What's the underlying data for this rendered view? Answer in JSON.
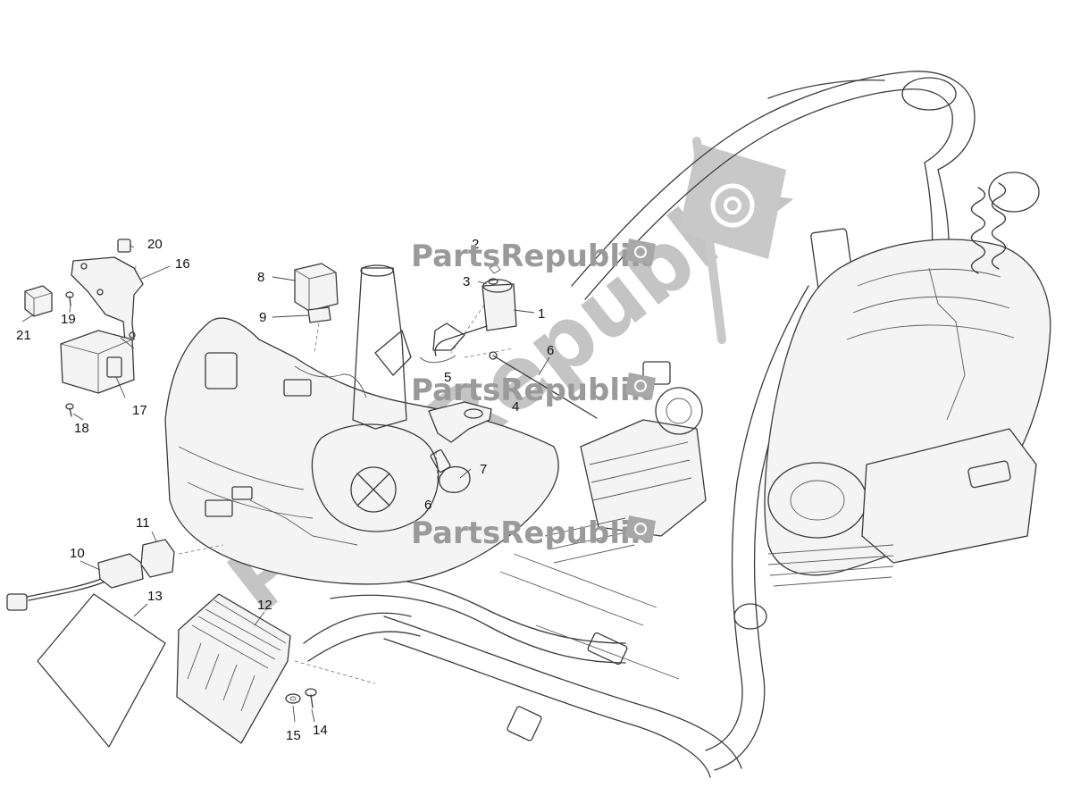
{
  "watermark": {
    "brand": "PartsRepublik",
    "logo_icon": "gear-flag-icon"
  },
  "callouts": [
    "1",
    "2",
    "3",
    "4",
    "5",
    "6",
    "6",
    "7",
    "8",
    "9",
    "10",
    "11",
    "12",
    "13",
    "14",
    "15",
    "16",
    "17",
    "18",
    "19",
    "20",
    "21"
  ]
}
